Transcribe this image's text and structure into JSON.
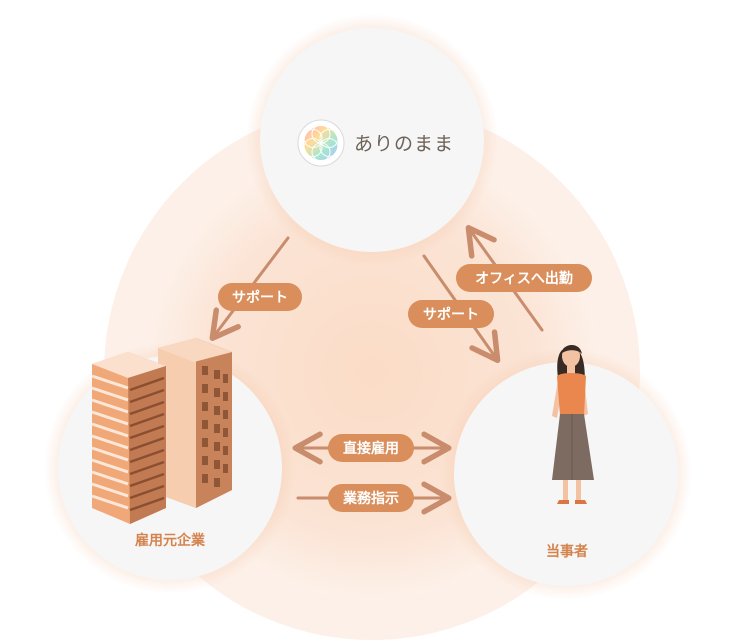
{
  "top_node": {
    "brand_name": "ありのまま",
    "logo_icon": "flower-of-life-logo"
  },
  "left_node": {
    "label": "雇用元企業",
    "icon": "office-buildings-icon"
  },
  "right_node": {
    "label": "当事者",
    "icon": "standing-woman-icon"
  },
  "arrows": {
    "top_to_left": "サポート",
    "top_to_right": "サポート",
    "right_to_top": "オフィスへ出勤",
    "mutual": "直接雇用",
    "left_to_right": "業務指示"
  },
  "colors": {
    "accent": "#d4834e",
    "arrow": "#c98c6d",
    "label_fill": "#d98e5c",
    "circle_fill": "#f6f6f6",
    "background_glow": "#fbe3d3"
  }
}
